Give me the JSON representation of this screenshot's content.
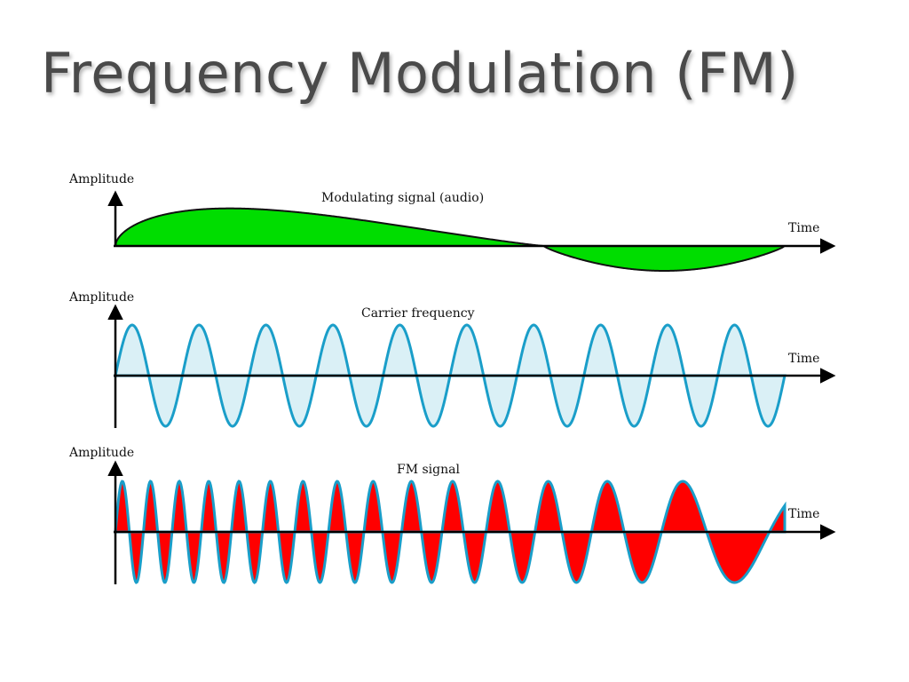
{
  "title": "Frequency Modulation (FM)",
  "panels": [
    {
      "id": "modulating",
      "y_axis_label": "Amplitude",
      "x_axis_label": "Time",
      "caption": "Modulating signal (audio)",
      "fill": "#00dd00",
      "stroke": "#111111"
    },
    {
      "id": "carrier",
      "y_axis_label": "Amplitude",
      "x_axis_label": "Time",
      "caption": "Carrier frequency",
      "fill": "#daf0f6",
      "stroke": "#1a9ec9",
      "cycles": 10
    },
    {
      "id": "fm",
      "y_axis_label": "Amplitude",
      "x_axis_label": "Time",
      "caption": "FM signal",
      "fill": "#ff0000",
      "stroke": "#1a9ec9"
    }
  ]
}
